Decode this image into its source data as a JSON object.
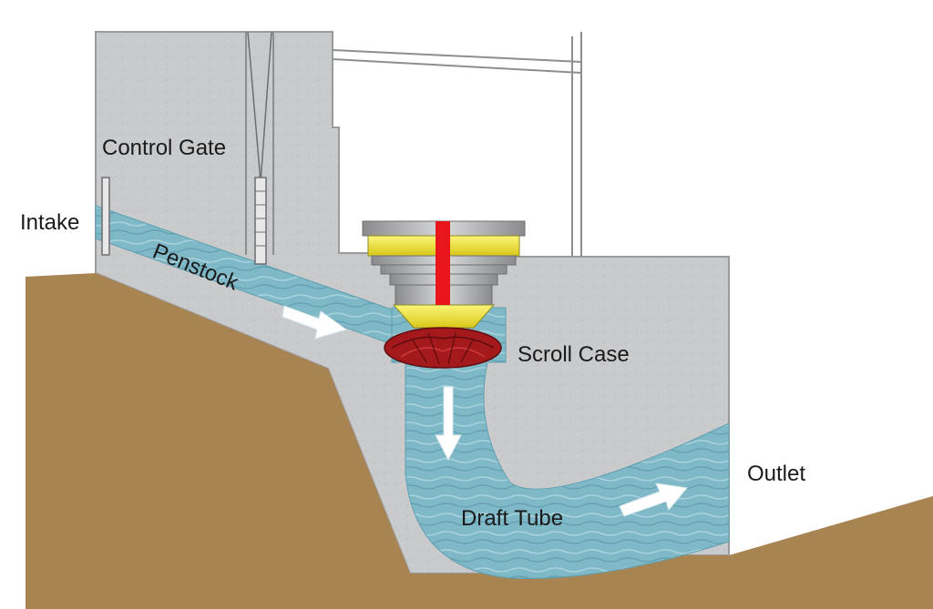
{
  "labels": {
    "control_gate": "Control Gate",
    "intake": "Intake",
    "penstock": "Penstock",
    "scroll_case": "Scroll Case",
    "outlet": "Outlet",
    "draft_tube": "Draft Tube"
  },
  "colors": {
    "concrete": "#c9cacc",
    "earth": "#a98453",
    "water": "#7fb8c6",
    "generator_yellow": "#f2ea36",
    "shaft_red": "#e8161b",
    "turbine_red": "#a3191c",
    "arrow": "#ffffff"
  }
}
